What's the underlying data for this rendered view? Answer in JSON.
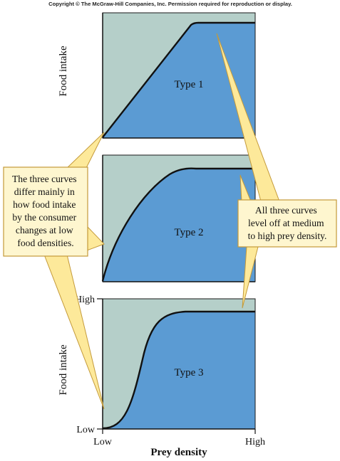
{
  "copyright": "Copyright © The McGraw-Hill Companies, Inc. Permission required for reproduction or display.",
  "panels": [
    {
      "label": "Type 1"
    },
    {
      "label": "Type 2"
    },
    {
      "label": "Type 3"
    }
  ],
  "axes": {
    "y_label_top": "Food intake",
    "y_label_bottom": "Food intake",
    "y_tick_high": "High",
    "y_tick_low": "Low",
    "x_tick_low": "Low",
    "x_tick_high": "High",
    "x_label": "Prey density"
  },
  "callout_left": {
    "lines": [
      "The three curves",
      "differ mainly in",
      "how food intake",
      "by the consumer",
      "changes at low",
      "food densities."
    ]
  },
  "callout_right": {
    "lines": [
      "All three curves",
      "level off at medium",
      "to high prey density."
    ]
  },
  "colors": {
    "panel_bg": "#b5cfc9",
    "curve_fill": "#5b9bd3",
    "callout_fill": "#fef6cf",
    "callout_border": "#c49a3a",
    "pointer_fill": "#fde99a"
  }
}
